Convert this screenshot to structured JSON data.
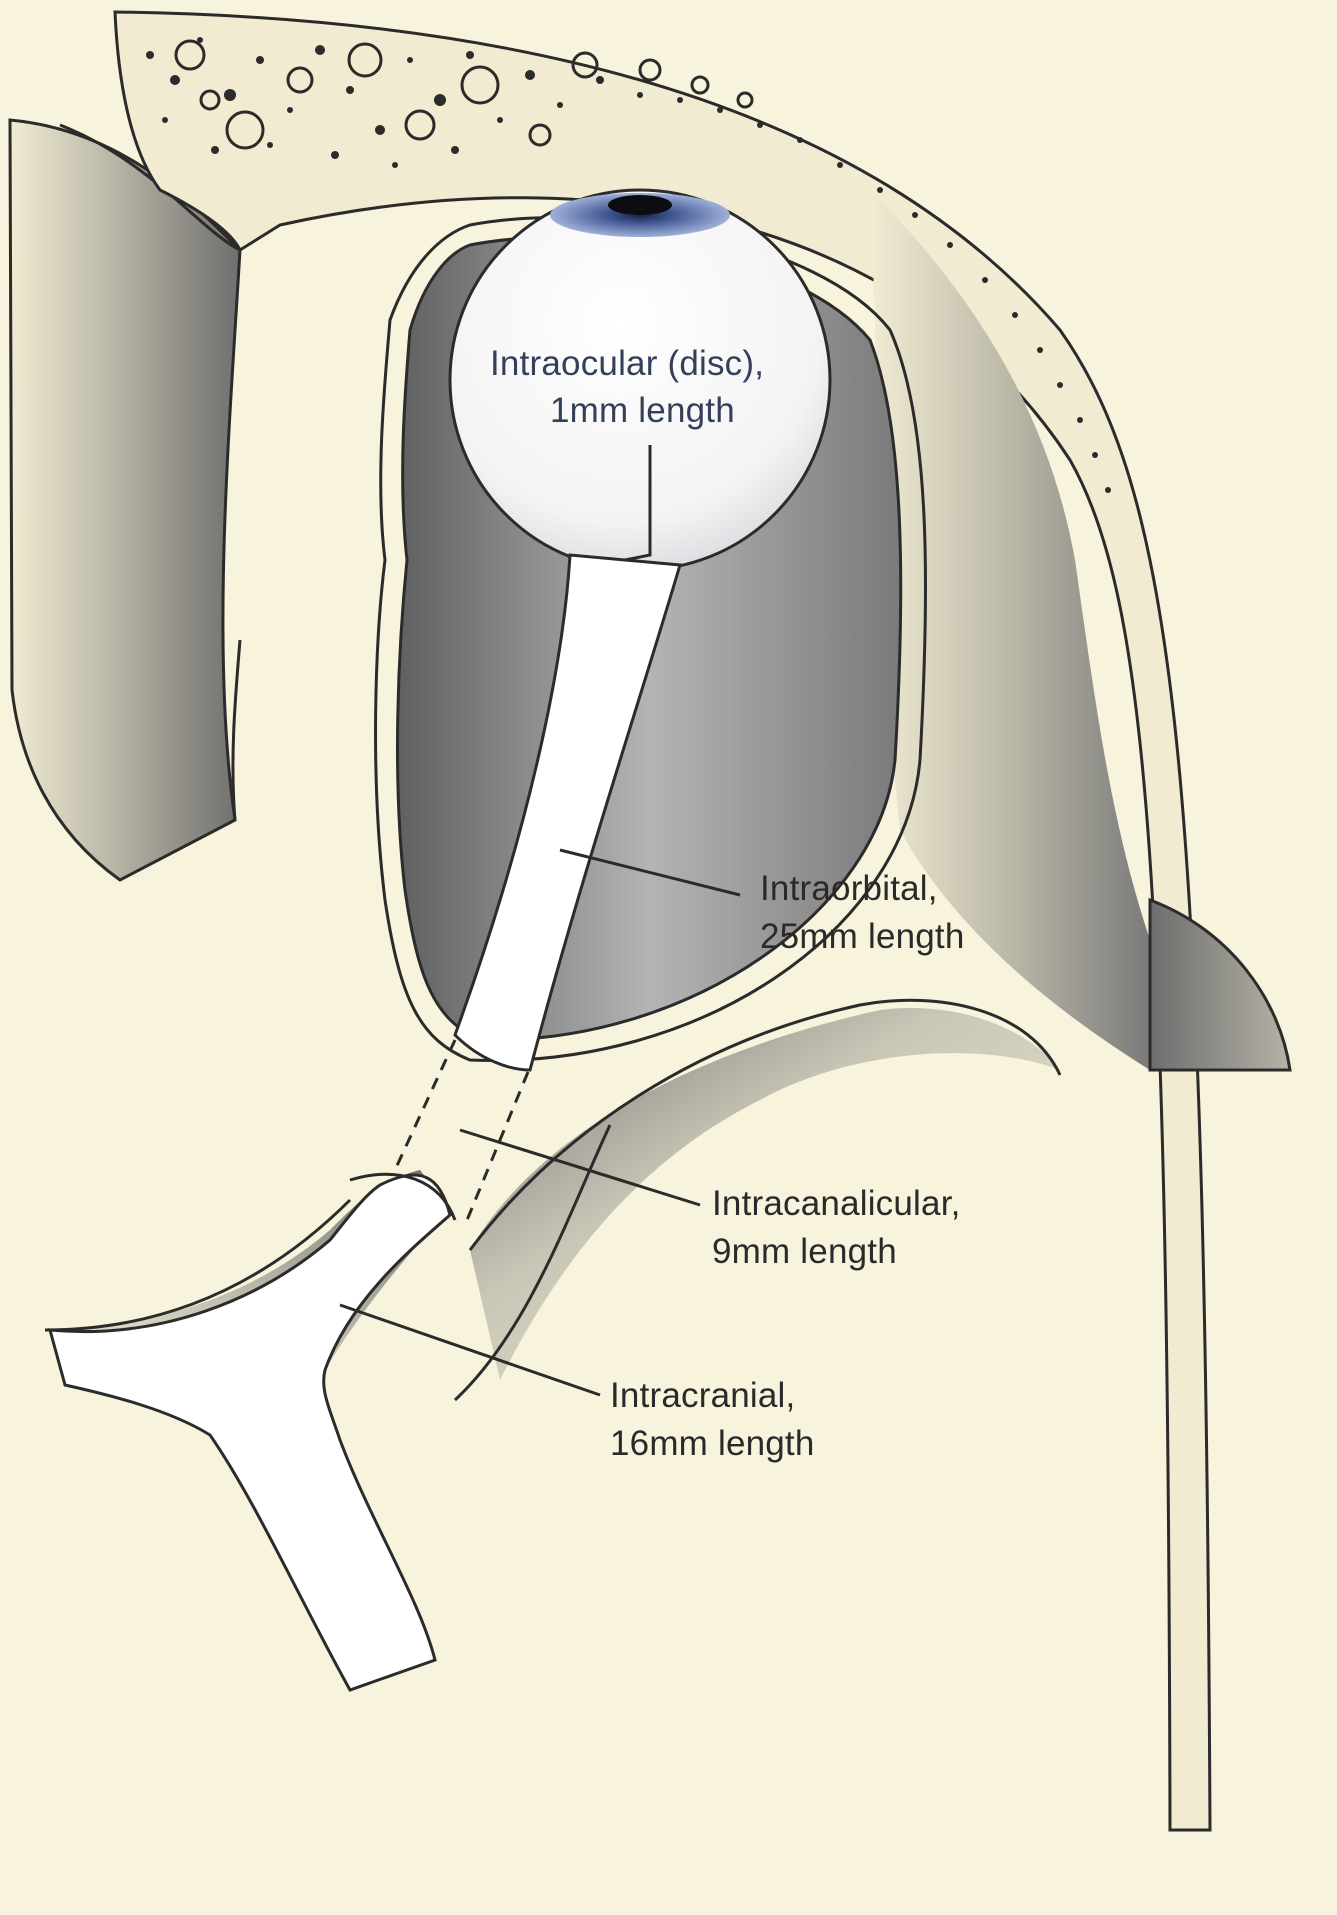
{
  "diagram": {
    "labels": {
      "intraocular": {
        "line1": "Intraocular (disc),",
        "line2": "1mm length"
      },
      "intraorbital": {
        "line1": "Intraorbital,",
        "line2": "25mm length"
      },
      "intracanalicular": {
        "line1": "Intracanalicular,",
        "line2": "9mm length"
      },
      "intracranial": {
        "line1": "Intracranial,",
        "line2": "16mm length"
      }
    },
    "colors": {
      "bone": "#f4eed5",
      "background": "#f7f3dd",
      "outline": "#2b2b2b",
      "orbit_shadow": "#8d8d8d",
      "nerve": "#ffffff",
      "iris": "#5d78b8"
    }
  }
}
